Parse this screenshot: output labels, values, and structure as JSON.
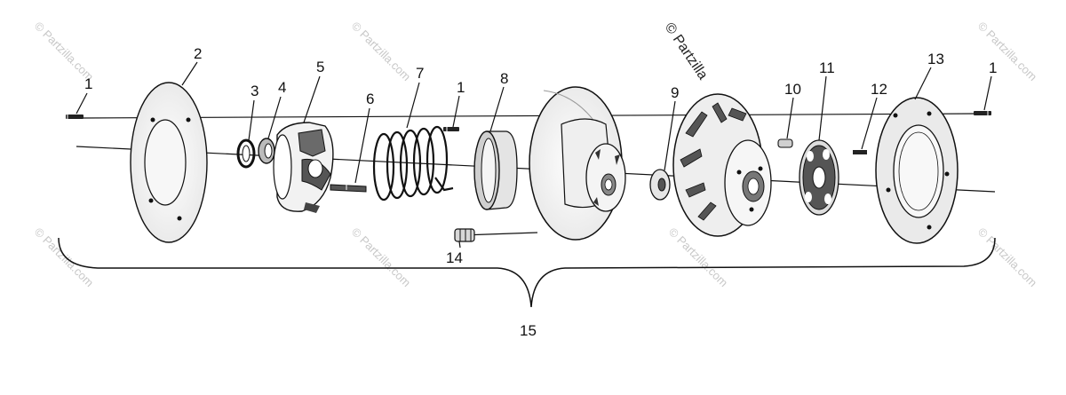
{
  "watermark": {
    "text": "© Partzilla.com"
  },
  "copyright": {
    "text": "© Partzilla"
  },
  "callouts": {
    "c1a": "1",
    "c2": "2",
    "c3": "3",
    "c4": "4",
    "c5": "5",
    "c6": "6",
    "c7": "7",
    "c1b": "1",
    "c8": "8",
    "c9": "9",
    "c10": "10",
    "c11": "11",
    "c12": "12",
    "c13": "13",
    "c1c": "1",
    "c14": "14",
    "c15": "15"
  },
  "colors": {
    "line": "#111111",
    "shade": "#9a9a9a",
    "dark": "#3a3a3a",
    "watermark": "#c8c8c8"
  }
}
